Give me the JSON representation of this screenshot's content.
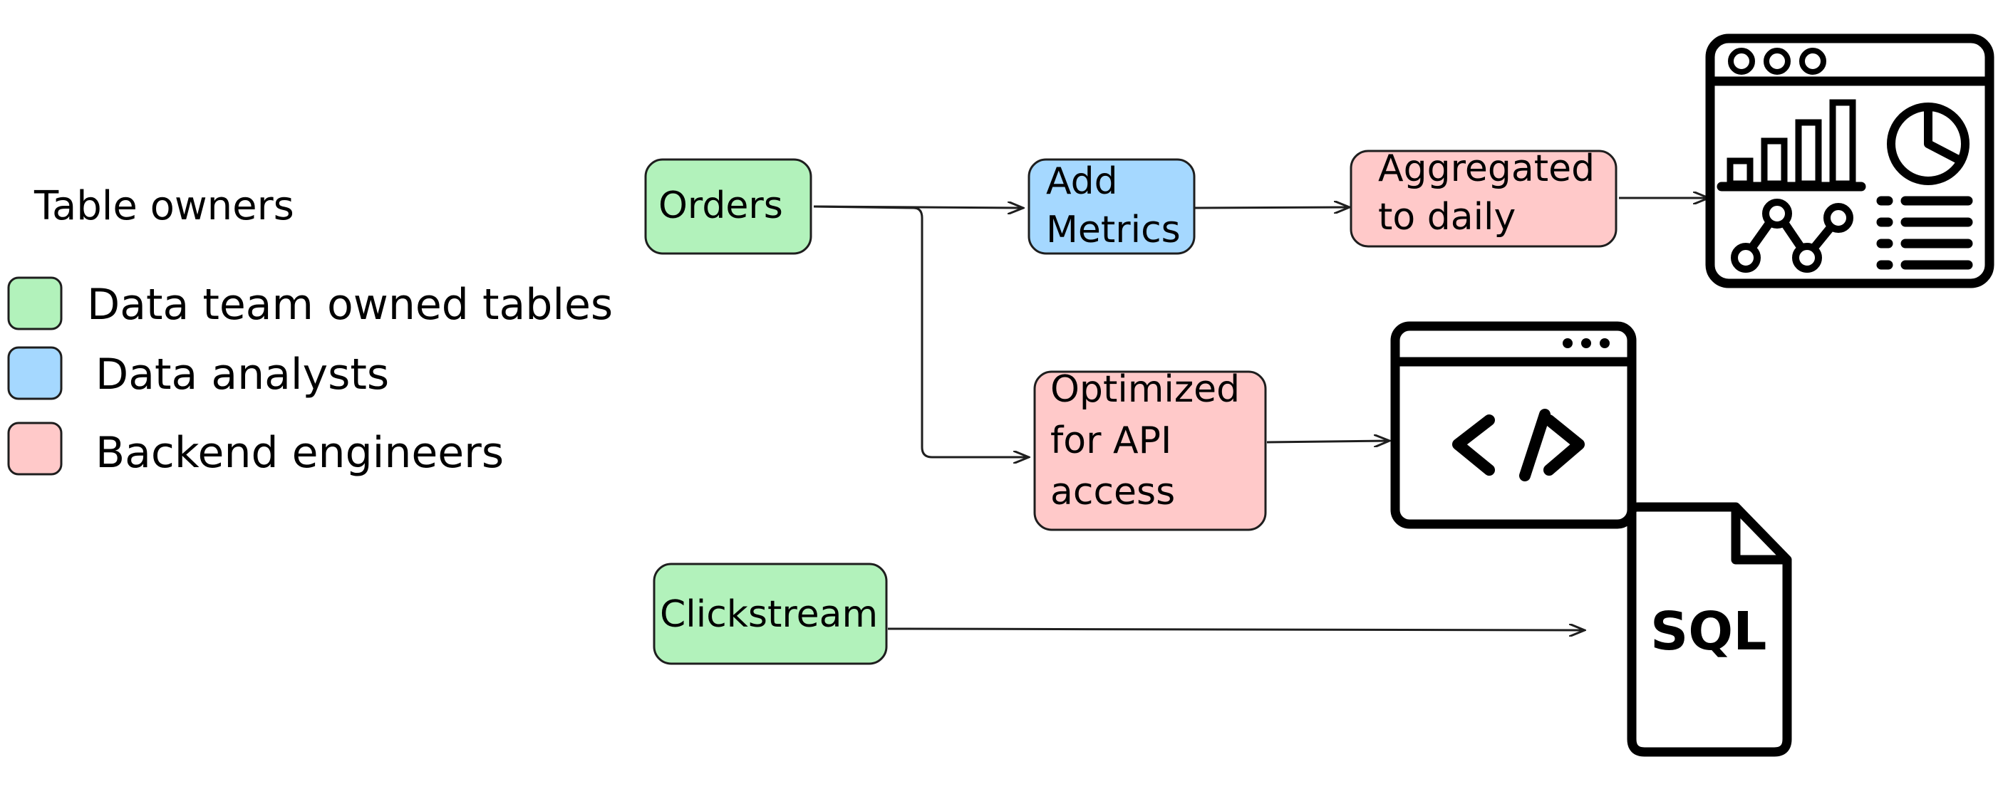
{
  "legend": {
    "title": "Table owners",
    "items": [
      {
        "label": "Data team owned tables",
        "color": "#b2f2bb"
      },
      {
        "label": "Data analysts",
        "color": "#a5d8ff"
      },
      {
        "label": "Backend engineers",
        "color": "#ffc9c9"
      }
    ]
  },
  "nodes": {
    "orders": {
      "lines": [
        "Orders"
      ],
      "color": "#b2f2bb"
    },
    "add_metrics": {
      "lines": [
        "Add",
        "Metrics"
      ],
      "color": "#a5d8ff"
    },
    "aggregated": {
      "lines": [
        "Aggregated",
        "to daily"
      ],
      "color": "#ffc9c9"
    },
    "optimized": {
      "lines": [
        "Optimized",
        "for API",
        "access"
      ],
      "color": "#ffc9c9"
    },
    "clickstream": {
      "lines": [
        "Clickstream"
      ],
      "color": "#b2f2bb"
    }
  },
  "icons": {
    "dashboard": "dashboard-icon",
    "code_window": "code-window-icon",
    "sql_file": "sql-file-icon"
  },
  "sql_label": "SQL"
}
